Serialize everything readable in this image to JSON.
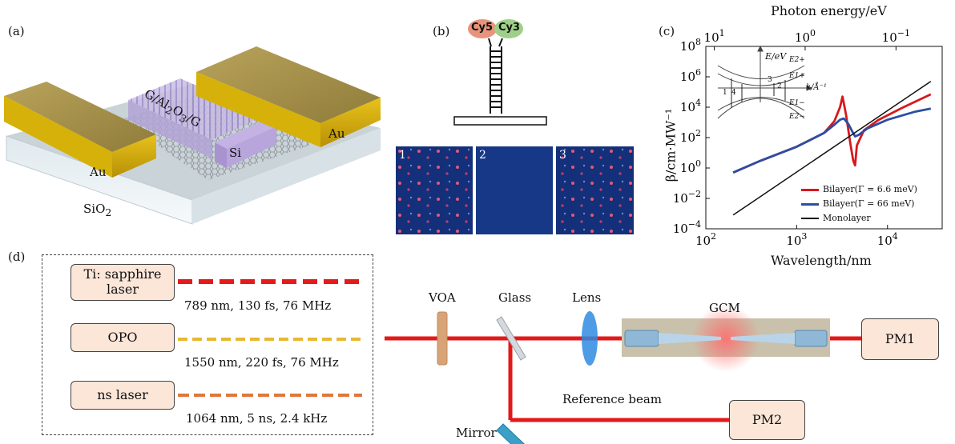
{
  "panel_a": {
    "label": "(a)",
    "electrode_left": "Au",
    "electrode_right": "Au",
    "stack": "G/Al2O3/G",
    "si": "Si",
    "substrate": "SiO2"
  },
  "panel_b": {
    "label": "(b)",
    "dye_left": "Cy5",
    "dye_right": "Cy3",
    "images": [
      "1",
      "2",
      "3"
    ]
  },
  "panel_c": {
    "label": "(c)",
    "top_axis_label": "Photon energy/eV",
    "bottom_axis_label": "Wavelength/nm",
    "y_axis_label": "β/cm·MW⁻¹",
    "inset": {
      "y_label": "E/eV",
      "x_label": "k/Å⁻¹",
      "levels": [
        "E2+",
        "E1+",
        "E1−",
        "E2−"
      ],
      "transitions": [
        "1",
        "2",
        "3",
        "4"
      ]
    },
    "legend": [
      "Bilayer(Γ = 6.6 meV)",
      "Bilayer(Γ = 66 meV)",
      "Monolayer"
    ]
  },
  "chart_data": {
    "type": "line",
    "xscale": "log",
    "yscale": "log",
    "xlabel": "Wavelength/nm",
    "ylabel": "β/cm·MW⁻¹",
    "top_xlabel": "Photon energy/eV",
    "xlim": [
      100,
      40000
    ],
    "ylim": [
      0.0001,
      100000000
    ],
    "x_ticks": [
      "10^2",
      "10^3",
      "10^4"
    ],
    "y_ticks": [
      "10^-4",
      "10^-2",
      "10^0",
      "10^2",
      "10^4",
      "10^6",
      "10^8"
    ],
    "top_ticks": [
      "10^1",
      "10^0",
      "10^-1"
    ],
    "legend_position": "bottom-right",
    "series": [
      {
        "name": "Bilayer(Γ = 6.6 meV)",
        "color": "#d7191c",
        "x": [
          200,
          400,
          1000,
          2000,
          2600,
          3000,
          3200,
          3500,
          3900,
          4200,
          4400,
          4600,
          5500,
          8000,
          15000,
          30000
        ],
        "y": [
          0.5,
          3,
          25,
          200,
          1200,
          10000,
          50000,
          3000,
          40,
          3,
          1.5,
          30,
          300,
          1500,
          10000,
          70000
        ]
      },
      {
        "name": "Bilayer(Γ = 66 meV)",
        "color": "#2c4ea3",
        "x": [
          200,
          400,
          1000,
          2000,
          2600,
          3000,
          3300,
          3700,
          4100,
          4400,
          4800,
          6000,
          10000,
          20000,
          30000
        ],
        "y": [
          0.5,
          3,
          25,
          200,
          700,
          1500,
          1800,
          800,
          250,
          120,
          150,
          400,
          1500,
          5000,
          8000
        ]
      },
      {
        "name": "Monolayer",
        "color": "#111111",
        "x": [
          200,
          30000
        ],
        "y": [
          0.0008,
          500000
        ]
      }
    ]
  },
  "panel_d": {
    "label": "(d)",
    "lasers": [
      {
        "name": "Ti: sapphire laser",
        "spec": "789 nm, 130 fs, 76 MHz"
      },
      {
        "name": "OPO",
        "spec": "1550 nm, 220 fs, 76 MHz"
      },
      {
        "name": "ns laser",
        "spec": "1064 nm, 5 ns, 2.4 kHz"
      }
    ],
    "components": {
      "voa": "VOA",
      "glass": "Glass",
      "lens": "Lens",
      "gcm": "GCM",
      "pm1": "PM1",
      "pm2": "PM2",
      "mirror": "Mirror",
      "reference": "Reference beam"
    }
  }
}
